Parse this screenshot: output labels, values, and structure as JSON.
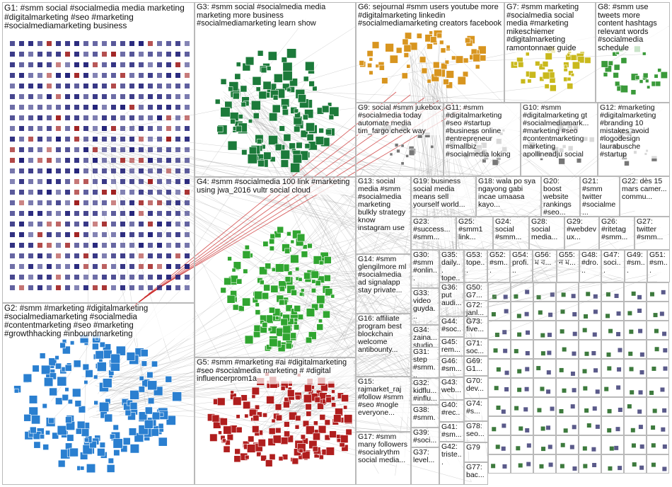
{
  "groups": [
    {
      "id": "g1",
      "text": "G1: #smm social #socialmedia media marketing #digitalmarketing #seo #marketing #socialmediamarketing business",
      "accent": "#1a1a8c"
    },
    {
      "id": "g2",
      "text": "G2: #smm #marketing #digitalmarketing #socialmediamarketing #socialmedia #contentmarketing #seo #marketing #growthhacking #inboundmarketing",
      "accent": "#1f6fbf"
    },
    {
      "id": "g3",
      "text": "G3: #smm social #socialmedia media marketing more business #socialmediamarketing learn show",
      "accent": "#1b7a3a"
    },
    {
      "id": "g4",
      "text": "G4: #smm #socialmedia 100 link #marketing using jwa_2016 vultr social cloud",
      "accent": "#2ea02e"
    },
    {
      "id": "g5",
      "text": "G5: #smm #marketing #ai #digitalmarketing #seo #socialmedia marketing # #digital influencerprom1a",
      "accent": "#a01818"
    },
    {
      "id": "g6",
      "text": "G6: sejournal #smm users youtube more #digitalmarketing linkedin #socialmediamarketing creators facebook",
      "accent": "#c98a1a"
    },
    {
      "id": "g7",
      "text": "G7: #smm marketing #socialmedia social media #marketing mikeschiemer #digitalmarketing ramontonnaer guide",
      "accent": "#b5b51a"
    },
    {
      "id": "g8",
      "text": "G8: #smm use tweets more content hashtags relevant words #socialmedia schedule",
      "accent": "#3a9a3a"
    },
    {
      "id": "g9",
      "text": "G9: social #smm jukebox #socialmedia today automate media tim_fargo check way",
      "accent": "#6b6b6b"
    },
    {
      "id": "g11",
      "text": "G11: #smm #digitalmarketing #seo #startup #business online #entrepreneur #smallbiz #socialmedia loking",
      "accent": "#6b6b6b"
    },
    {
      "id": "g10",
      "text": "G10: #smm #digitalmarketing gt #socialmediamark... #marketing #seo #contentmarketing marketing apollineadju social",
      "accent": "#6b6b6b"
    },
    {
      "id": "g12",
      "text": "G12: #marketing #digitalmarketing #branding 10 mistakes avoid #logodesign laurabusche #startup",
      "accent": "#6b6b6b"
    },
    {
      "id": "g13",
      "text": "G13: social media #smm #socialmedia marketing bulkly strategy know instagram use",
      "accent": "#6b6b6b"
    },
    {
      "id": "g19",
      "text": "G19: business social media means sell yourself world...",
      "accent": "#6b6b6b"
    },
    {
      "id": "g18",
      "text": "G18: wala po sya ngayong gabi incae umaasa kayo...",
      "accent": "#6b6b6b"
    },
    {
      "id": "g20",
      "text": "G20: boost website rankings #seo...",
      "accent": "#6b6b6b"
    },
    {
      "id": "g21",
      "text": "G21: #smm twitter #socialme...",
      "accent": "#6b6b6b"
    },
    {
      "id": "g22",
      "text": "G22: dès 15 mars camer... commu...",
      "accent": "#6b6b6b"
    },
    {
      "id": "g23",
      "text": "G23: #success... #smm...",
      "accent": "#6b6b6b"
    },
    {
      "id": "g25",
      "text": "G25: #smm1 link...",
      "accent": "#6b6b6b"
    },
    {
      "id": "g24",
      "text": "G24: social #smm...",
      "accent": "#6b6b6b"
    },
    {
      "id": "g28",
      "text": "G28: social media...",
      "accent": "#6b6b6b"
    },
    {
      "id": "g29",
      "text": "G29: #webdev ux...",
      "accent": "#6b6b6b"
    },
    {
      "id": "g26",
      "text": "G26: #ritetag #smm...",
      "accent": "#6b6b6b"
    },
    {
      "id": "g27",
      "text": "G27: twitter #smm...",
      "accent": "#6b6b6b"
    },
    {
      "id": "g14",
      "text": "G14: #smm glengilmore ml #socialmedia ad signalapp stay private...",
      "accent": "#6b6b6b"
    },
    {
      "id": "g30",
      "text": "G30: #smm #onlin...",
      "accent": "#6b6b6b"
    },
    {
      "id": "g35",
      "text": "G35: daily... tope...",
      "accent": "#6b6b6b"
    },
    {
      "id": "g53",
      "text": "G53: tope...",
      "accent": "#6b6b6b"
    },
    {
      "id": "g52",
      "text": "G52: #sm...",
      "accent": "#6b6b6b"
    },
    {
      "id": "g54",
      "text": "G54: profi...",
      "accent": "#6b6b6b"
    },
    {
      "id": "g56",
      "text": "G56: ম ব...",
      "accent": "#6b6b6b"
    },
    {
      "id": "g55",
      "text": "G55: ন ম...",
      "accent": "#6b6b6b"
    },
    {
      "id": "g48",
      "text": "G48: #dro...",
      "accent": "#6b6b6b"
    },
    {
      "id": "g47",
      "text": "G47: soci...",
      "accent": "#6b6b6b"
    },
    {
      "id": "g49",
      "text": "G49: #sm...",
      "accent": "#6b6b6b"
    },
    {
      "id": "g51",
      "text": "G51: #sm...",
      "accent": "#6b6b6b"
    },
    {
      "id": "g33",
      "text": "G33: video guyda...",
      "accent": "#6b6b6b"
    },
    {
      "id": "g36",
      "text": "G36: put audi...",
      "accent": "#6b6b6b"
    },
    {
      "id": "g50",
      "text": "G50: G7...",
      "accent": "#6b6b6b"
    },
    {
      "id": "g16",
      "text": "G16: affiliate program best blockchain welcome antibounty...",
      "accent": "#6b6b6b"
    },
    {
      "id": "g34",
      "text": "G34: zaina... studio...",
      "accent": "#6b6b6b"
    },
    {
      "id": "g44",
      "text": "G44: #soc...",
      "accent": "#6b6b6b"
    },
    {
      "id": "g72",
      "text": "G72: janl... five...",
      "accent": "#6b6b6b"
    },
    {
      "id": "g73",
      "text": "G73: five...",
      "accent": "#6b6b6b"
    },
    {
      "id": "g45",
      "text": "G45: rem...",
      "accent": "#6b6b6b"
    },
    {
      "id": "g71",
      "text": "G71: soc...",
      "accent": "#6b6b6b"
    },
    {
      "id": "g31",
      "text": "G31: step #smm...",
      "accent": "#6b6b6b"
    },
    {
      "id": "g46",
      "text": "G46: #sm...",
      "accent": "#6b6b6b"
    },
    {
      "id": "g69",
      "text": "G69: G1...",
      "accent": "#6b6b6b"
    },
    {
      "id": "g15",
      "text": "G15: rajmarket_raj #follow #smm #seo #nogle everyone...",
      "accent": "#6b6b6b"
    },
    {
      "id": "g32",
      "text": "G32: kidflu... #influ...",
      "accent": "#6b6b6b"
    },
    {
      "id": "g43",
      "text": "G43: web...",
      "accent": "#6b6b6b"
    },
    {
      "id": "g70",
      "text": "G70: dev...",
      "accent": "#6b6b6b"
    },
    {
      "id": "g38",
      "text": "G38: #smm...",
      "accent": "#6b6b6b"
    },
    {
      "id": "g40",
      "text": "G40: #rec...",
      "accent": "#6b6b6b"
    },
    {
      "id": "g74",
      "text": "G74: #s...",
      "accent": "#6b6b6b"
    },
    {
      "id": "g17",
      "text": "G17: #smm many followers #socialrythm social media...",
      "accent": "#6b6b6b"
    },
    {
      "id": "g39",
      "text": "G39: #soci...",
      "accent": "#6b6b6b"
    },
    {
      "id": "g41",
      "text": "G41: #sm...",
      "accent": "#6b6b6b"
    },
    {
      "id": "g78",
      "text": "G78: seo...",
      "accent": "#6b6b6b"
    },
    {
      "id": "g79",
      "text": "G79",
      "accent": "#6b6b6b"
    },
    {
      "id": "g37",
      "text": "G37: level...",
      "accent": "#6b6b6b"
    },
    {
      "id": "g42",
      "text": "G42: triste...",
      "accent": "#6b6b6b"
    },
    {
      "id": "g77",
      "text": "G77: bac...",
      "accent": "#6b6b6b"
    }
  ],
  "colors": {
    "border": "#b9b9b9",
    "edge": "#9a9a9a",
    "edge_red": "#c81e1e",
    "g1_node": "#23237a",
    "g2_node": "#2a7fd0",
    "g3_node": "#1c7a3a",
    "g4_node": "#30a530",
    "g5_node": "#b01e1e",
    "g6_node": "#d8951f"
  }
}
